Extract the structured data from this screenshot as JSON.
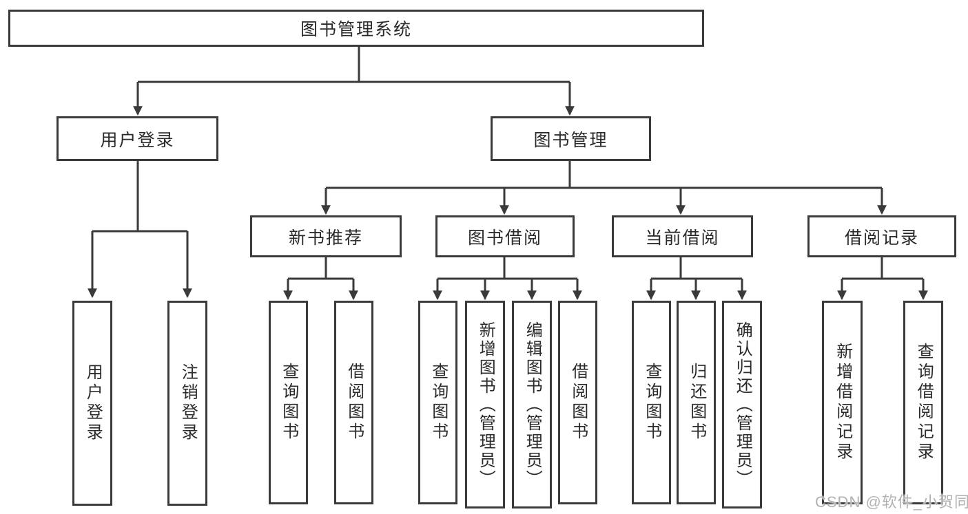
{
  "nodes": {
    "root": "图书管理系统",
    "user_login": "用户登录",
    "book_management": "图书管理",
    "new_book_recommend": "新书推荐",
    "book_borrow": "图书借阅",
    "current_borrow": "当前借阅",
    "borrow_records": "借阅记录",
    "leaf_user_login": "用户登录",
    "leaf_logout": "注销登录",
    "g1_query_books": "查询图书",
    "g1_borrow_books": "借阅图书",
    "g2_query_books": "查询图书",
    "g2_add_books": "新增图书（管理员）",
    "g2_edit_books": "编辑图书（管理员）",
    "g2_borrow_books": "借阅图书",
    "g3_query_books": "查询图书",
    "g3_return_books": "归还图书",
    "g3_confirm_return": "确认归还（管理员）",
    "g4_add_record": "新增借阅记录",
    "g4_query_record": "查询借阅记录"
  },
  "watermark": "CSDN @软件_小贺同学",
  "colors": {
    "line": "#3a3a3a",
    "text": "#2a2a2a",
    "background": "#ffffff",
    "watermark": "#b3b1b1"
  }
}
